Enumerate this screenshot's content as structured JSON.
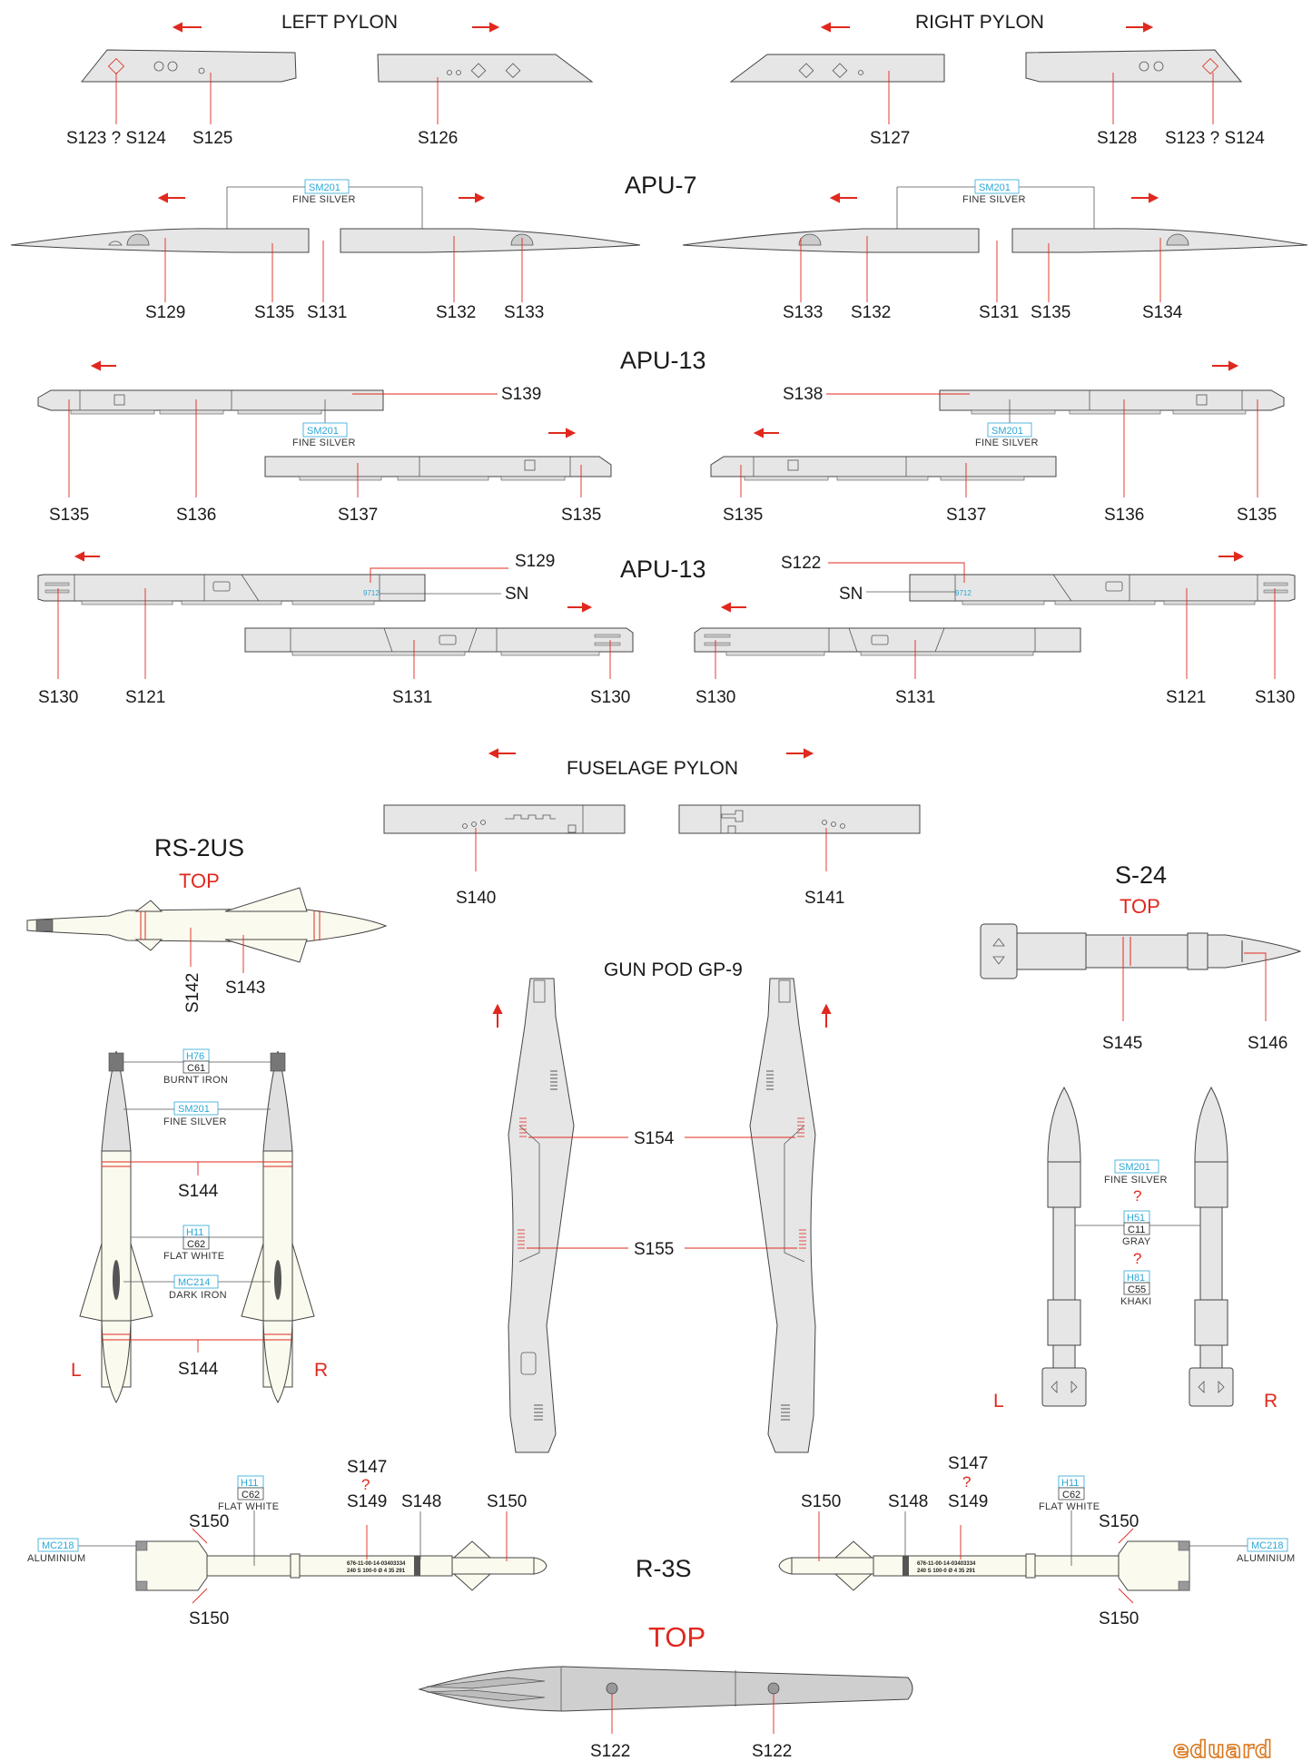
{
  "headings": {
    "left_pylon": "LEFT PYLON",
    "right_pylon": "RIGHT PYLON",
    "apu7": "APU-7",
    "apu13_a": "APU-13",
    "apu13_b": "APU-13",
    "fuselage_pylon": "FUSELAGE PYLON",
    "rs2us": "RS-2US",
    "rs2us_top": "TOP",
    "s24": "S-24",
    "s24_top": "TOP",
    "gun_pod": "GUN POD GP-9",
    "r3s": "R-3S",
    "tank_top": "TOP",
    "L1": "L",
    "R1": "R",
    "L2": "L",
    "R2": "R",
    "q1": "?",
    "q2": "?",
    "q3": "?",
    "q4": "?"
  },
  "stencils": {
    "s123a": "S123 ? S124",
    "s125": "S125",
    "s126": "S126",
    "s127": "S127",
    "s128": "S128",
    "s123b": "S123 ? S124",
    "s129a": "S129",
    "s135a": "S135",
    "s131a": "S131",
    "s132a": "S132",
    "s133a": "S133",
    "s133b": "S133",
    "s132b": "S132",
    "s131b": "S131",
    "s135b": "S135",
    "s134": "S134",
    "s139": "S139",
    "s138": "S138",
    "s135c": "S135",
    "s136a": "S136",
    "s137a": "S137",
    "s135d": "S135",
    "s135e": "S135",
    "s137b": "S137",
    "s136b": "S136",
    "s135f": "S135",
    "s129b": "S129",
    "sn1": "SN",
    "s122a": "S122",
    "sn2": "SN",
    "s130a": "S130",
    "s121a": "S121",
    "s131c": "S131",
    "s130b": "S130",
    "s130c": "S130",
    "s131d": "S131",
    "s121b": "S121",
    "s130d": "S130",
    "s140": "S140",
    "s141": "S141",
    "s142": "S142",
    "s143": "S143",
    "s145": "S145",
    "s146": "S146",
    "s144a": "S144",
    "s144b": "S144",
    "s154": "S154",
    "s155": "S155",
    "s147a": "S147",
    "s149a": "S149",
    "s148a": "S148",
    "s150a": "S150",
    "s150b": "S150",
    "s150c": "S150",
    "s147b": "S147",
    "s149b": "S149",
    "s148b": "S148",
    "s150d": "S150",
    "s150e": "S150",
    "s150f": "S150",
    "s122b": "S122",
    "s122c": "S122"
  },
  "paints": {
    "sm201_a": {
      "code": "SM201",
      "name": "FINE SILVER"
    },
    "sm201_b": {
      "code": "SM201",
      "name": "FINE SILVER"
    },
    "sm201_c": {
      "code": "SM201",
      "name": "FINE SILVER"
    },
    "sm201_d": {
      "code": "SM201",
      "name": "FINE SILVER"
    },
    "h76": {
      "code": "H76",
      "ccode": "C61",
      "name": "BURNT IRON"
    },
    "sm201_e": {
      "code": "SM201",
      "name": "FINE SILVER"
    },
    "h11_a": {
      "code": "H11",
      "ccode": "C62",
      "name": "FLAT WHITE"
    },
    "mc214": {
      "code": "MC214",
      "name": "DARK IRON"
    },
    "sm201_f": {
      "code": "SM201",
      "name": "FINE SILVER"
    },
    "h51": {
      "code": "H51",
      "ccode": "C11",
      "name": "GRAY"
    },
    "h81": {
      "code": "H81",
      "ccode": "C55",
      "name": "KHAKI"
    },
    "h11_b": {
      "code": "H11",
      "ccode": "C62",
      "name": "FLAT WHITE"
    },
    "h11_c": {
      "code": "H11",
      "ccode": "C62",
      "name": "FLAT WHITE"
    },
    "mc218_a": {
      "code": "MC218",
      "name": "ALUMINIUM"
    },
    "mc218_b": {
      "code": "MC218",
      "name": "ALUMINIUM"
    }
  },
  "markings": {
    "r3s_serial_1": "676-11-00-14-03403334",
    "r3s_serial_2": "240 S 100-0 Ø 4 35 291",
    "sn_number": "9712"
  },
  "logo": "eduard",
  "colors": {
    "red": "#e0281e",
    "paint_code": "#2aa7d6",
    "metal": "#e6e6e6",
    "cream": "#fbfaee",
    "logo": "#d9761c"
  }
}
